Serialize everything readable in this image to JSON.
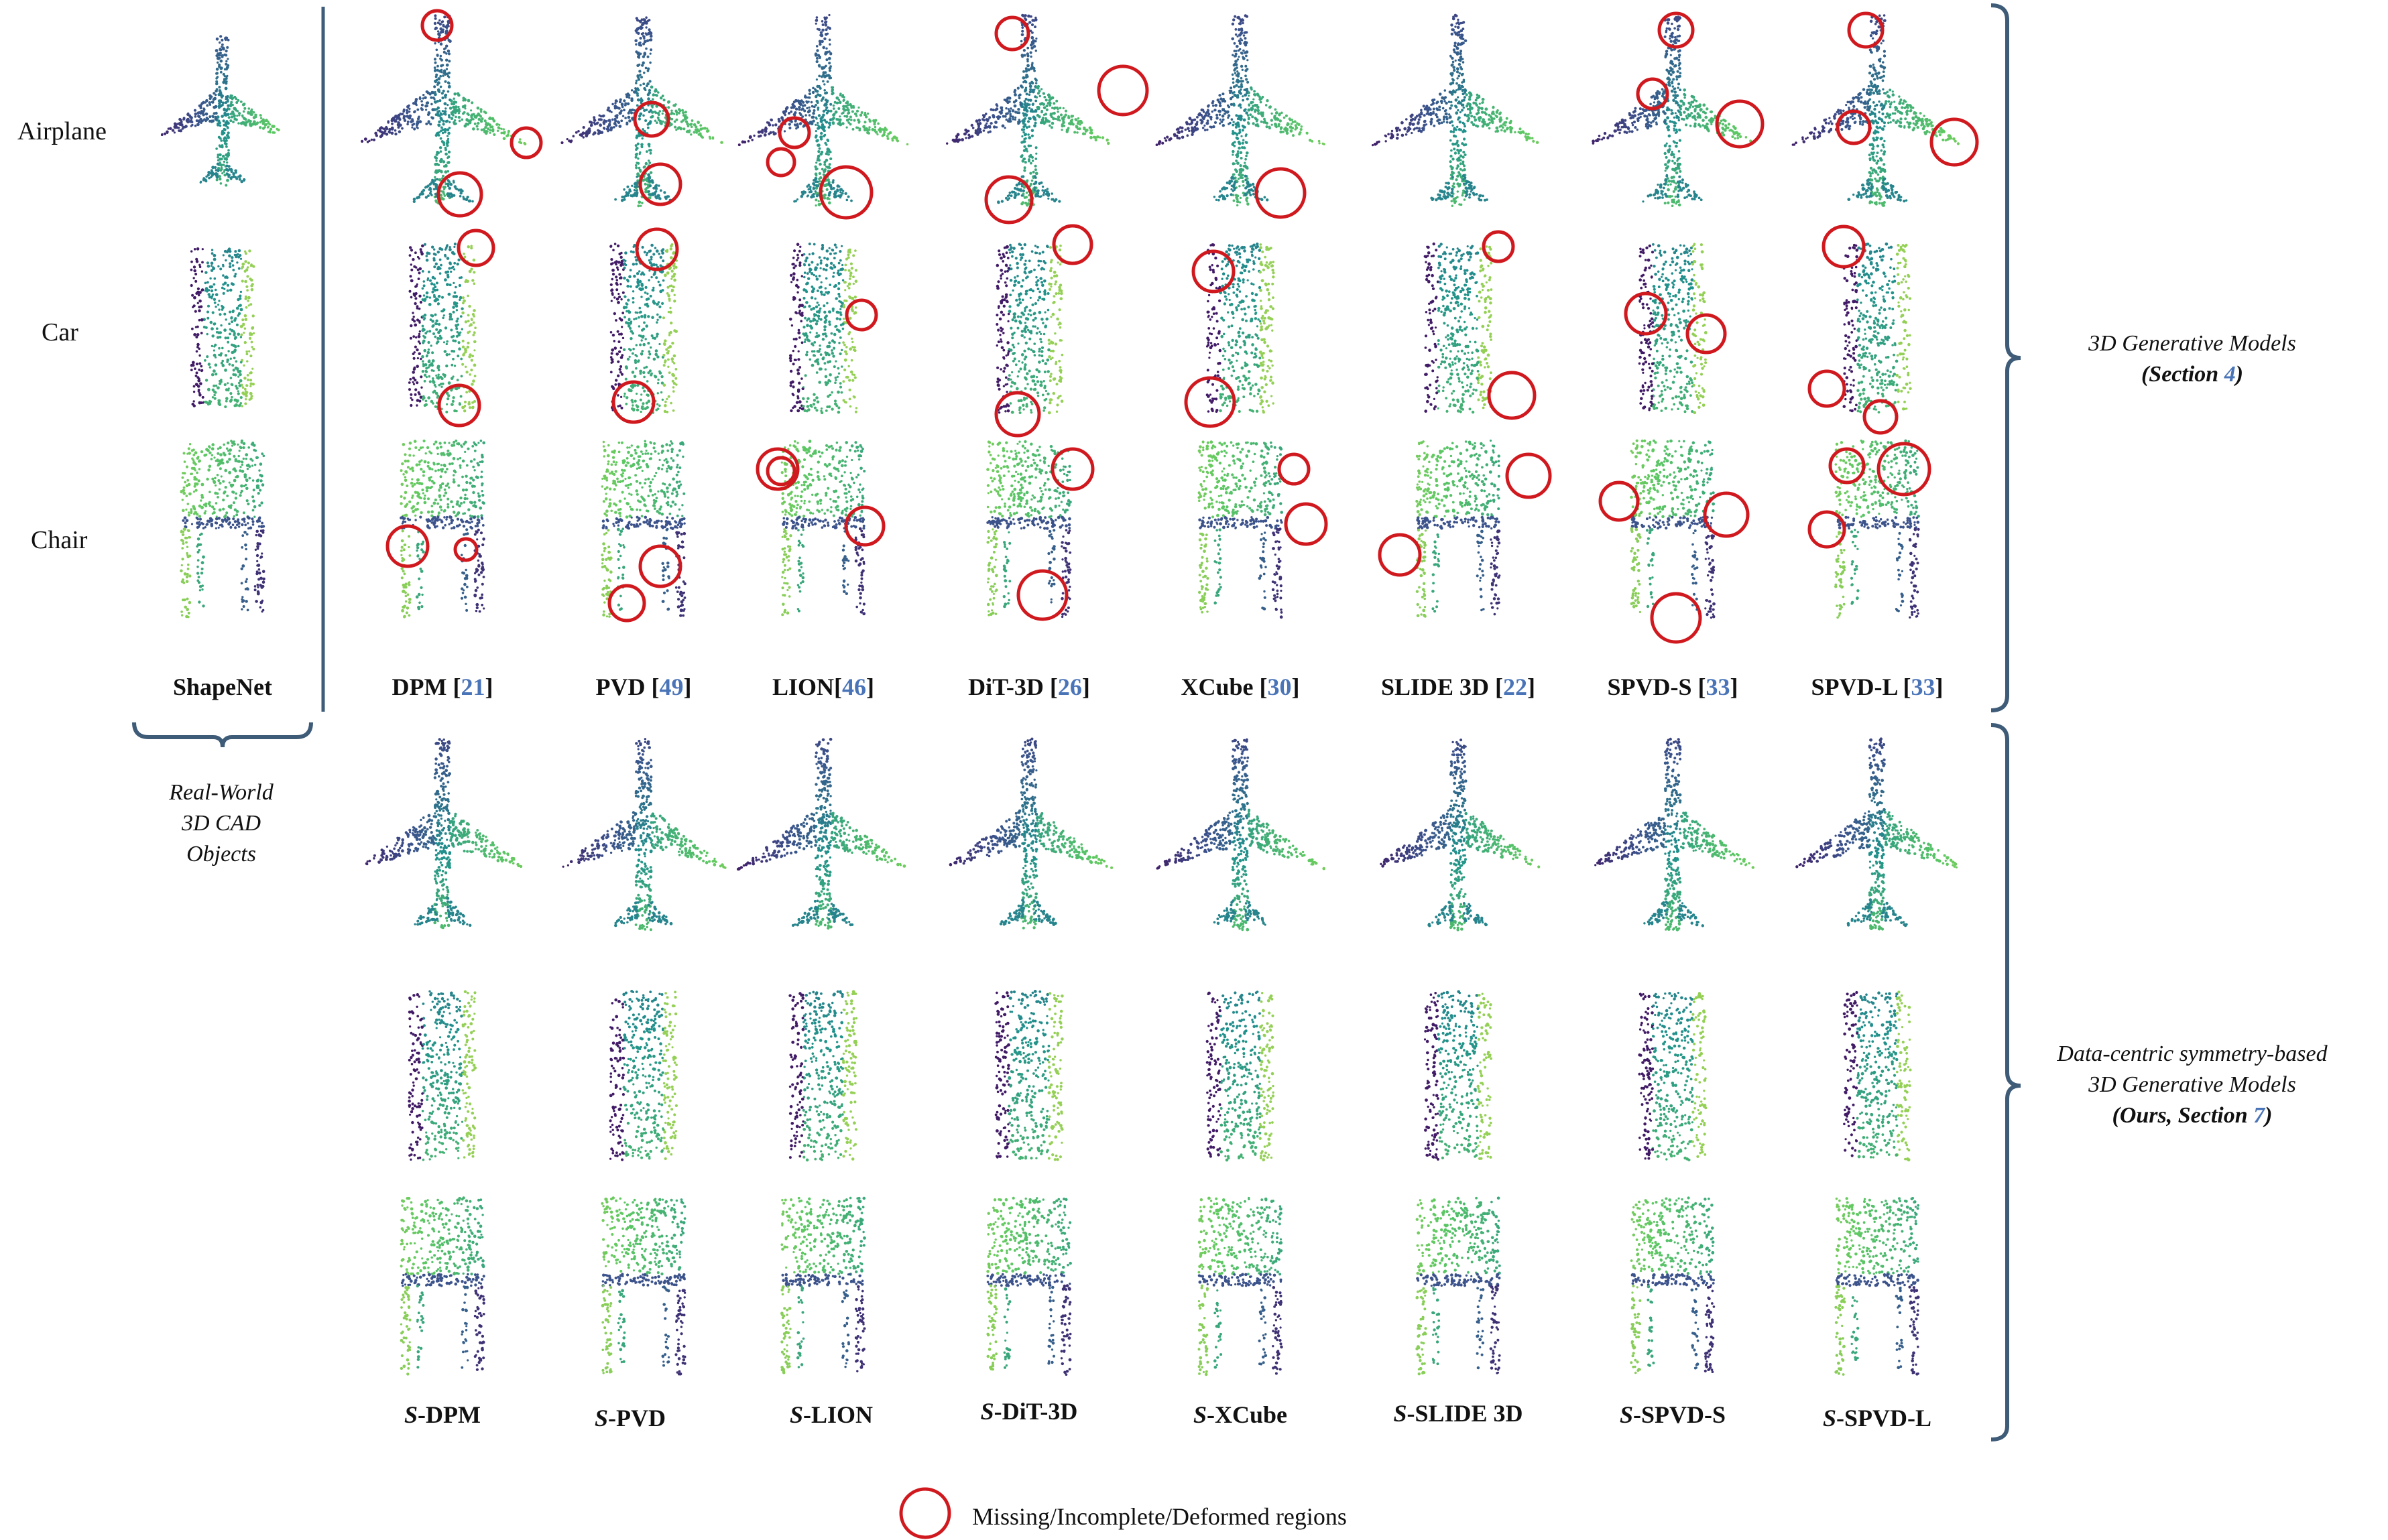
{
  "rows": [
    "Airplane",
    "Car",
    "Chair"
  ],
  "reference": {
    "label": "ShapeNet",
    "group_label": [
      "Real-World",
      "3D CAD",
      "Objects"
    ]
  },
  "top_columns": [
    {
      "name": "DPM",
      "ref": "21"
    },
    {
      "name": "PVD",
      "ref": "49"
    },
    {
      "name": "LION",
      "ref": "46"
    },
    {
      "name": "DiT-3D",
      "ref": "26"
    },
    {
      "name": "XCube",
      "ref": "30"
    },
    {
      "name": "SLIDE 3D",
      "ref": "22"
    },
    {
      "name": "SPVD-S",
      "ref": "33"
    },
    {
      "name": "SPVD-L",
      "ref": "33"
    }
  ],
  "bottom_columns": [
    {
      "prefix": "S",
      "name": "-DPM"
    },
    {
      "prefix": "S",
      "name": "-PVD"
    },
    {
      "prefix": "S",
      "name": "-LION"
    },
    {
      "prefix": "S",
      "name": "-DiT-3D"
    },
    {
      "prefix": "S",
      "name": "-XCube"
    },
    {
      "prefix": "S",
      "name": "-SLIDE 3D"
    },
    {
      "prefix": "S",
      "name": "-SPVD-S"
    },
    {
      "prefix": "S",
      "name": "-SPVD-L"
    }
  ],
  "top_group": {
    "line1": "3D Generative Models",
    "line2_pre": "(Section ",
    "line2_ref": "4",
    "line2_post": ")"
  },
  "bottom_group": {
    "line1": "Data-centric symmetry-based",
    "line2": "3D Generative Models",
    "line3_pre": "(Ours, Section ",
    "line3_ref": "7",
    "line3_post": ")"
  },
  "legend": {
    "text": "Missing/Incomplete/Deformed regions"
  },
  "colors": {
    "circle": "#d0191e",
    "bracket": "#3e5b78",
    "ref": "#4a74b8",
    "palette": [
      "#440154",
      "#3b528b",
      "#21918c",
      "#5ec962",
      "#c8d64a"
    ]
  }
}
